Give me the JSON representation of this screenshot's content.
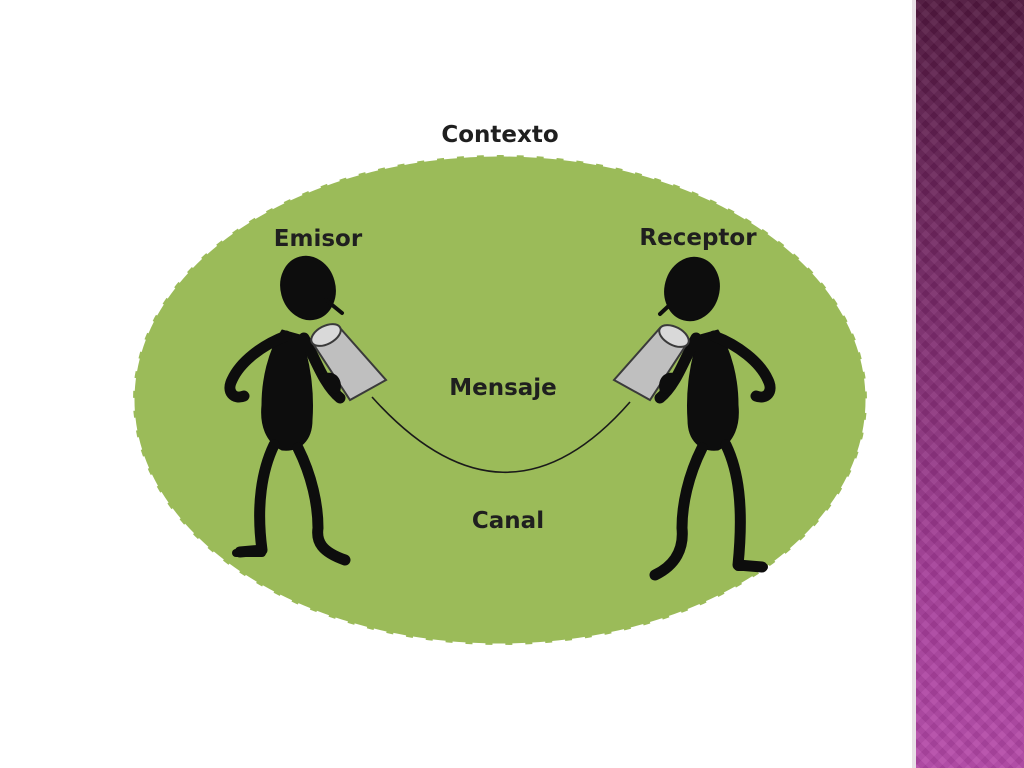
{
  "labels": {
    "context": "Contexto",
    "sender": "Emisor",
    "receiver": "Receptor",
    "message": "Mensaje",
    "channel": "Canal"
  },
  "colors": {
    "field": "#9bbb59",
    "figure": "#0d0d0d",
    "can": "#bfbfbf",
    "band_top": "#521840",
    "band_bottom": "#b448a8"
  }
}
